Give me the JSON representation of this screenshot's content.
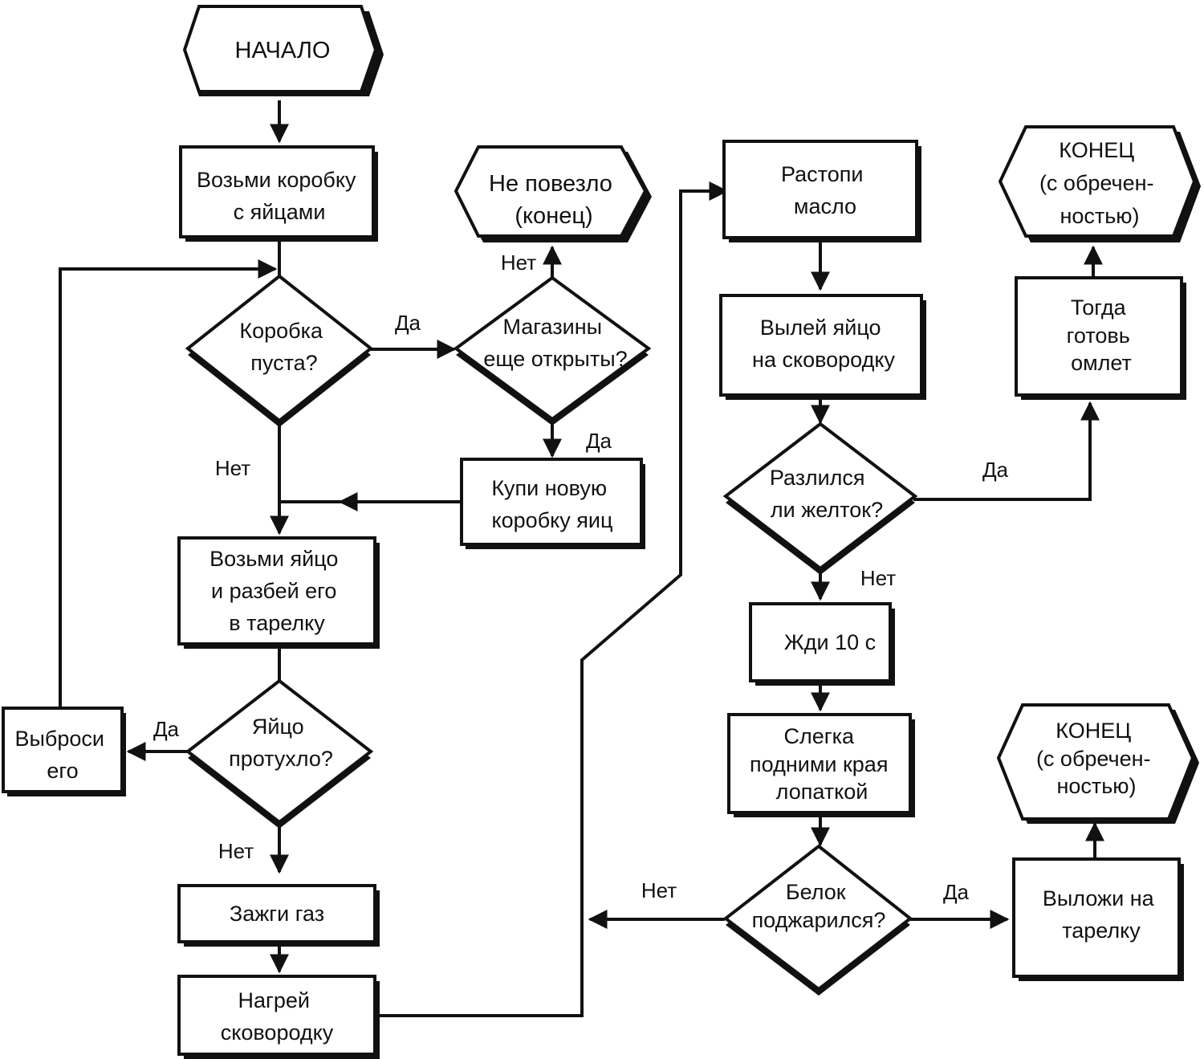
{
  "nodes": {
    "start": "НАЧАЛО",
    "take_box": [
      "Возьми коробку",
      "с яйцами"
    ],
    "box_empty": [
      "Коробка",
      "пуста?"
    ],
    "shops_open": [
      "Магазины",
      "еще открыты?"
    ],
    "unlucky_end": [
      "Не повезло",
      "(конец)"
    ],
    "buy_box": [
      "Купи новую",
      "коробку яиц"
    ],
    "take_egg": [
      "Возьми яйцо",
      "и разбей его",
      "в тарелку"
    ],
    "egg_rotten": [
      "Яйцо",
      "протухло?"
    ],
    "throw_away": [
      "Выброси",
      "его"
    ],
    "light_gas": "Зажги газ",
    "heat_pan": [
      "Нагрей",
      "сковородку"
    ],
    "melt_butter": [
      "Растопи",
      "масло"
    ],
    "pour_egg": [
      "Вылей яйцо",
      "на сковородку"
    ],
    "yolk_spilled": [
      "Разлился",
      "ли желток?"
    ],
    "omelet": [
      "Тогда",
      "готовь",
      "омлет"
    ],
    "end_doom_1": [
      "КОНЕЦ",
      "(с обречен-",
      "ностью)"
    ],
    "wait": "Жди 10 с",
    "lift_edges": [
      "Слегка",
      "подними края",
      "лопаткой"
    ],
    "white_fried": [
      "Белок",
      "поджарился?"
    ],
    "plate": [
      "Выложи на",
      "тарелку"
    ],
    "end_doom_2": [
      "КОНЕЦ",
      "(с обречен-",
      "ностью)"
    ]
  },
  "edge_labels": {
    "box_empty_yes": "Да",
    "box_empty_no": "Нет",
    "shops_no": "Нет",
    "shops_yes": "Да",
    "egg_rotten_yes": "Да",
    "egg_rotten_no": "Нет",
    "yolk_yes": "Да",
    "yolk_no": "Нет",
    "white_no": "Нет",
    "white_yes": "Да"
  }
}
